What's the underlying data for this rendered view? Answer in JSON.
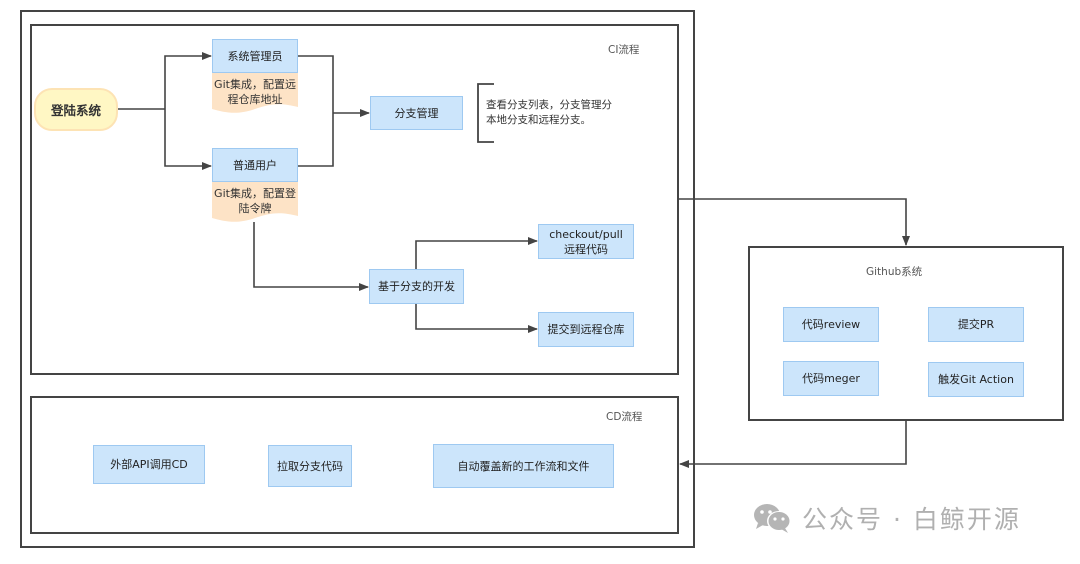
{
  "ci": {
    "title": "CI流程",
    "login": "登陆系统",
    "admin": {
      "role": "系统管理员",
      "desc_line1": "Git集成，配置远",
      "desc_line2": "程仓库地址"
    },
    "user": {
      "role": "普通用户",
      "desc_line1": "Git集成，配置登",
      "desc_line2": "陆令牌"
    },
    "branch_mgmt": "分支管理",
    "branch_note_line1": "查看分支列表，分支管理分",
    "branch_note_line2": "本地分支和远程分支。",
    "dev": "基于分支的开发",
    "checkout_line1": "checkout/pull",
    "checkout_line2": "远程代码",
    "push": "提交到远程仓库"
  },
  "github": {
    "title": "Github系统",
    "review": "代码review",
    "pr": "提交PR",
    "merge": "代码meger",
    "action": "触发Git Action"
  },
  "cd": {
    "title": "CD流程",
    "api": "外部API调用CD",
    "pull": "拉取分支代码",
    "overwrite": "自动覆盖新的工作流和文件"
  },
  "watermark": {
    "icon": "wechat-icon",
    "text": "公众号 · 白鲸开源"
  },
  "colors": {
    "node_fill": "#cce5fb",
    "node_border": "#9ec9f1",
    "note_fill": "#fde3c6",
    "login_fill": "#fff7c4",
    "line": "#444444"
  }
}
